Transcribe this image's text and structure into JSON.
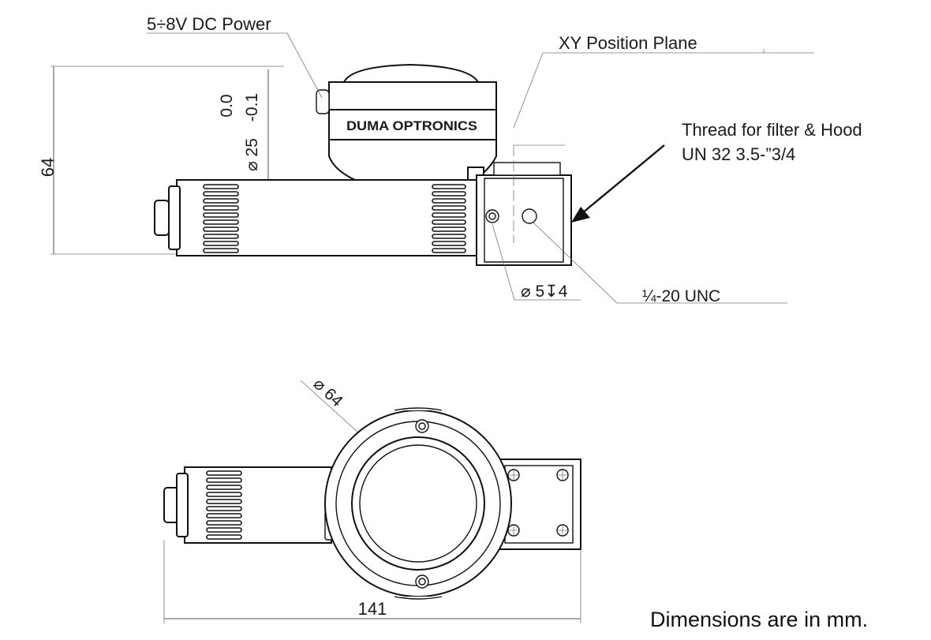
{
  "labels": {
    "power": "5÷8V DC Power",
    "xy_plane": "XY Position Plane",
    "thread_line1": "Thread for filter & Hood",
    "thread_line2": "UN 32 3.5-”3/4",
    "height_dim": "64",
    "tol_upper": "0.0",
    "tol_lower": "-0.1",
    "bore_dim": "⌀ 25",
    "hole_dim": "⌀ 5↧4",
    "thread_hole": "¼-20 UNC",
    "brand": "DUMA OPTRONICS",
    "diameter_dim": "⌀ 64",
    "length_dim": "141"
  },
  "footer": {
    "note": "Dimensions are in mm."
  }
}
